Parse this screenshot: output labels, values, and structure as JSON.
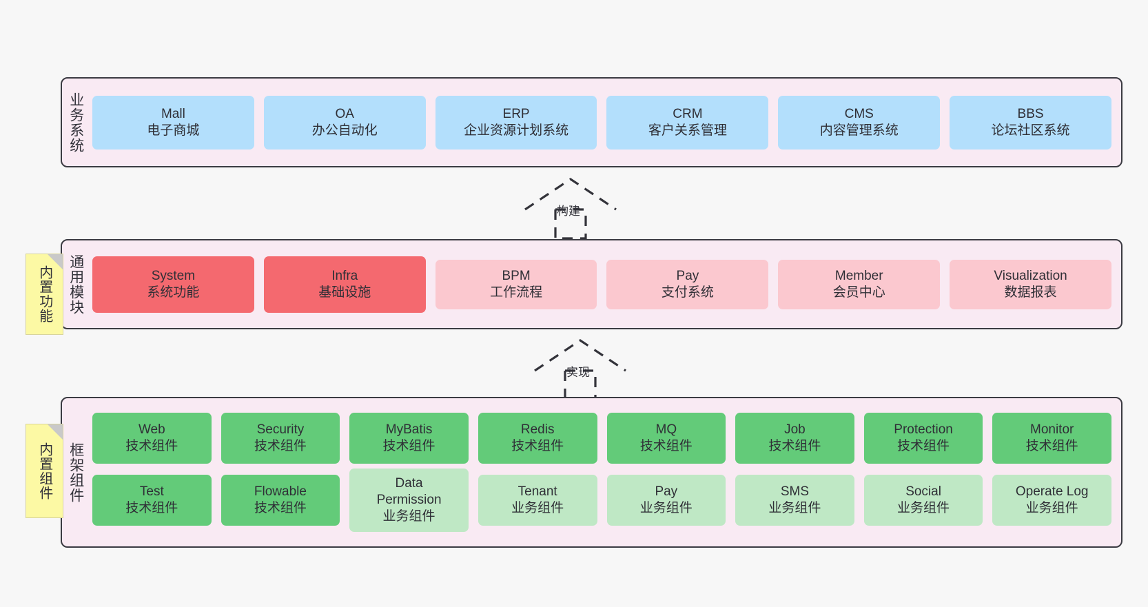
{
  "diagram": {
    "title": "",
    "background": "#f7f7f7",
    "colors": {
      "panel_bg": "#f9eaf3",
      "panel_border": "#3b3b42",
      "business_node": "#b3dffc",
      "core_strong_node": "#f4696f",
      "core_soft_node": "#fbc8cf",
      "tech_node": "#63cb79",
      "service_node": "#bfe8c5",
      "note_bg": "#fcf9a4",
      "note_fold": "#c9c9c9"
    }
  },
  "layers": {
    "business": {
      "title": "业务系统",
      "nodes": [
        {
          "name": "Mall",
          "desc": "电子商城"
        },
        {
          "name": "OA",
          "desc": "办公自动化"
        },
        {
          "name": "ERP",
          "desc": "企业资源计划系统"
        },
        {
          "name": "CRM",
          "desc": "客户关系管理"
        },
        {
          "name": "CMS",
          "desc": "内容管理系统"
        },
        {
          "name": "BBS",
          "desc": "论坛社区系统"
        }
      ]
    },
    "common": {
      "title": "通用模块",
      "note": "内置功能",
      "nodes": [
        {
          "name": "System",
          "desc": "系统功能",
          "style": "strong"
        },
        {
          "name": "Infra",
          "desc": "基础设施",
          "style": "strong"
        },
        {
          "name": "BPM",
          "desc": "工作流程",
          "style": "soft"
        },
        {
          "name": "Pay",
          "desc": "支付系统",
          "style": "soft"
        },
        {
          "name": "Member",
          "desc": "会员中心",
          "style": "soft"
        },
        {
          "name": "Visualization",
          "desc": "数据报表",
          "style": "soft"
        }
      ]
    },
    "framework": {
      "title": "框架组件",
      "note": "内置组件",
      "row1": [
        {
          "name": "Web",
          "desc": "技术组件"
        },
        {
          "name": "Security",
          "desc": "技术组件"
        },
        {
          "name": "MyBatis",
          "desc": "技术组件"
        },
        {
          "name": "Redis",
          "desc": "技术组件"
        },
        {
          "name": "MQ",
          "desc": "技术组件"
        },
        {
          "name": "Job",
          "desc": "技术组件"
        },
        {
          "name": "Protection",
          "desc": "技术组件"
        },
        {
          "name": "Monitor",
          "desc": "技术组件"
        }
      ],
      "row2": [
        {
          "name": "Test",
          "desc": "技术组件",
          "style": "tech"
        },
        {
          "name": "Flowable",
          "desc": "技术组件",
          "style": "tech"
        },
        {
          "name": "Data",
          "name2": "Permission",
          "desc": "业务组件",
          "style": "svc-tall"
        },
        {
          "name": "Tenant",
          "desc": "业务组件",
          "style": "svc"
        },
        {
          "name": "Pay",
          "desc": "业务组件",
          "style": "svc"
        },
        {
          "name": "SMS",
          "desc": "业务组件",
          "style": "svc"
        },
        {
          "name": "Social",
          "desc": "业务组件",
          "style": "svc"
        },
        {
          "name": "Operate Log",
          "desc": "业务组件",
          "style": "svc"
        }
      ]
    }
  },
  "connectors": [
    {
      "id": "build",
      "label": "构建",
      "from": "common",
      "to": "business",
      "style": "dashed-hollow-triangle"
    },
    {
      "id": "implement",
      "label": "实现",
      "from": "framework",
      "to": "common",
      "style": "dashed-hollow-triangle"
    }
  ]
}
